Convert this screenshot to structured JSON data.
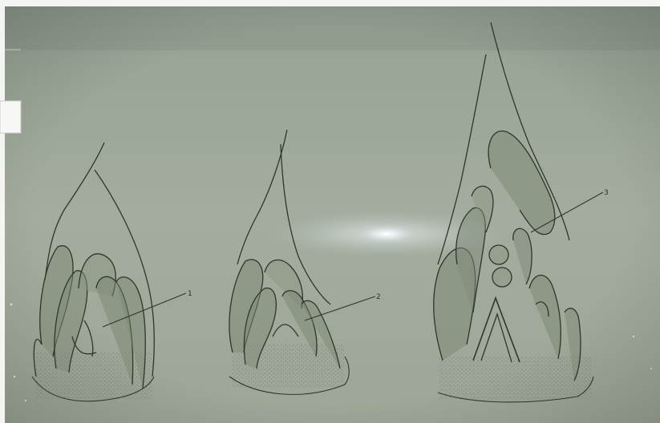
{
  "figure": {
    "labels": [
      {
        "id": "sketch-1-pointer",
        "text": "1"
      },
      {
        "id": "sketch-2-pointer",
        "text": "2"
      },
      {
        "id": "sketch-3-pointer",
        "text": "3"
      }
    ]
  }
}
